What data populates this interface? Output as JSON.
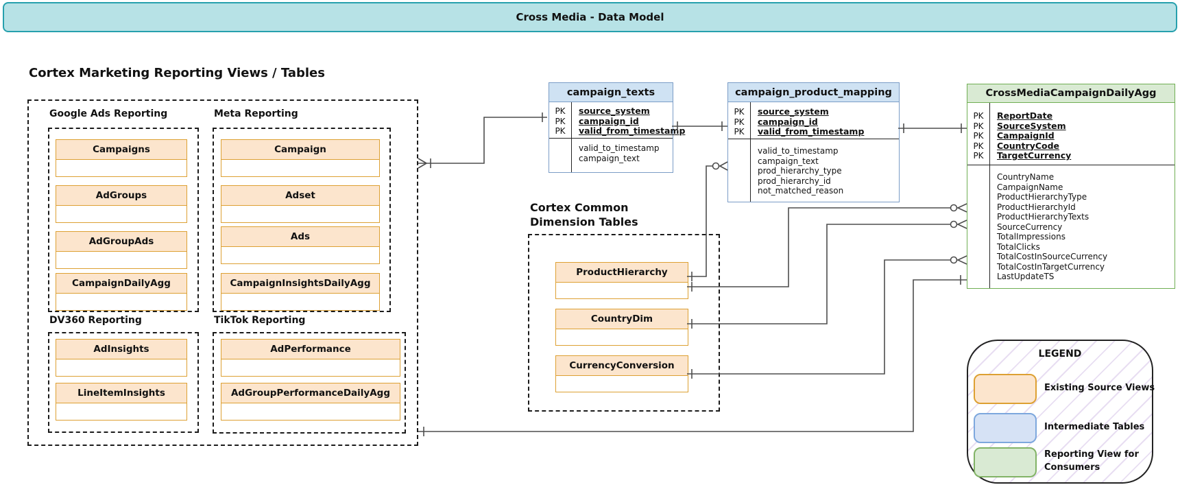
{
  "banner": {
    "title": "Cross Media - Data Model"
  },
  "marketing": {
    "title": "Cortex Marketing Reporting Views / Tables",
    "groups": [
      {
        "label": "Google Ads Reporting",
        "entities": [
          "Campaigns",
          "AdGroups",
          "AdGroupAds",
          "CampaignDailyAgg"
        ]
      },
      {
        "label": "Meta Reporting",
        "entities": [
          "Campaign",
          "Adset",
          "Ads",
          "CampaignInsightsDailyAgg"
        ]
      },
      {
        "label": "DV360 Reporting",
        "entities": [
          "AdInsights",
          "LineItemInsights"
        ]
      },
      {
        "label": "TikTok Reporting",
        "entities": [
          "AdPerformance",
          "AdGroupPerformanceDailyAgg"
        ]
      }
    ]
  },
  "dimensions": {
    "title_line1": "Cortex Common",
    "title_line2": "Dimension Tables",
    "entities": [
      "ProductHierarchy",
      "CountryDim",
      "CurrencyConversion"
    ]
  },
  "tables": {
    "pk_label": "PK",
    "campaign_texts": {
      "title": "campaign_texts",
      "pk_fields": [
        "source_system",
        "campaign_id",
        "valid_from_timestamp"
      ],
      "fields": [
        "valid_to_timestamp",
        "campaign_text"
      ]
    },
    "campaign_product_mapping": {
      "title": "campaign_product_mapping",
      "pk_fields": [
        "source_system",
        "campaign_id",
        "valid_from_timestamp"
      ],
      "fields": [
        "valid_to_timestamp",
        "campaign_text",
        "prod_hierarchy_type",
        "prod_hierarchy_id",
        "not_matched_reason"
      ]
    },
    "cross_media_campaign_daily_agg": {
      "title": "CrossMediaCampaignDailyAgg",
      "pk_fields": [
        "ReportDate",
        "SourceSystem",
        "CampaignId",
        "CountryCode",
        "TargetCurrency"
      ],
      "fields": [
        "CountryName",
        "CampaignName",
        "ProductHierarchyType",
        "ProductHierarchyId",
        "ProductHierarchyTexts",
        "SourceCurrency",
        "TotalImpressions",
        "TotalClicks",
        "TotalCostInSourceCurrency",
        "TotalCostInTargetCurrency",
        "LastUpdateTS"
      ]
    }
  },
  "legend": {
    "title": "LEGEND",
    "items": [
      {
        "label": "Existing Source Views"
      },
      {
        "label": "Intermediate Tables"
      },
      {
        "label": "Reporting View for",
        "label2": "Consumers"
      }
    ]
  },
  "colors": {
    "banner_fill": "#b7e2e6",
    "banner_border": "#26a0ad",
    "existing_source_fill": "#fce5cd",
    "existing_source_border": "#dda032",
    "intermediate_fill": "#cfe2f3",
    "intermediate_border": "#7a9cc6",
    "reporting_fill": "#d9ead3",
    "reporting_border": "#6fae52",
    "legend_hatch": "#e8def2",
    "connector": "#4d4d4d"
  }
}
